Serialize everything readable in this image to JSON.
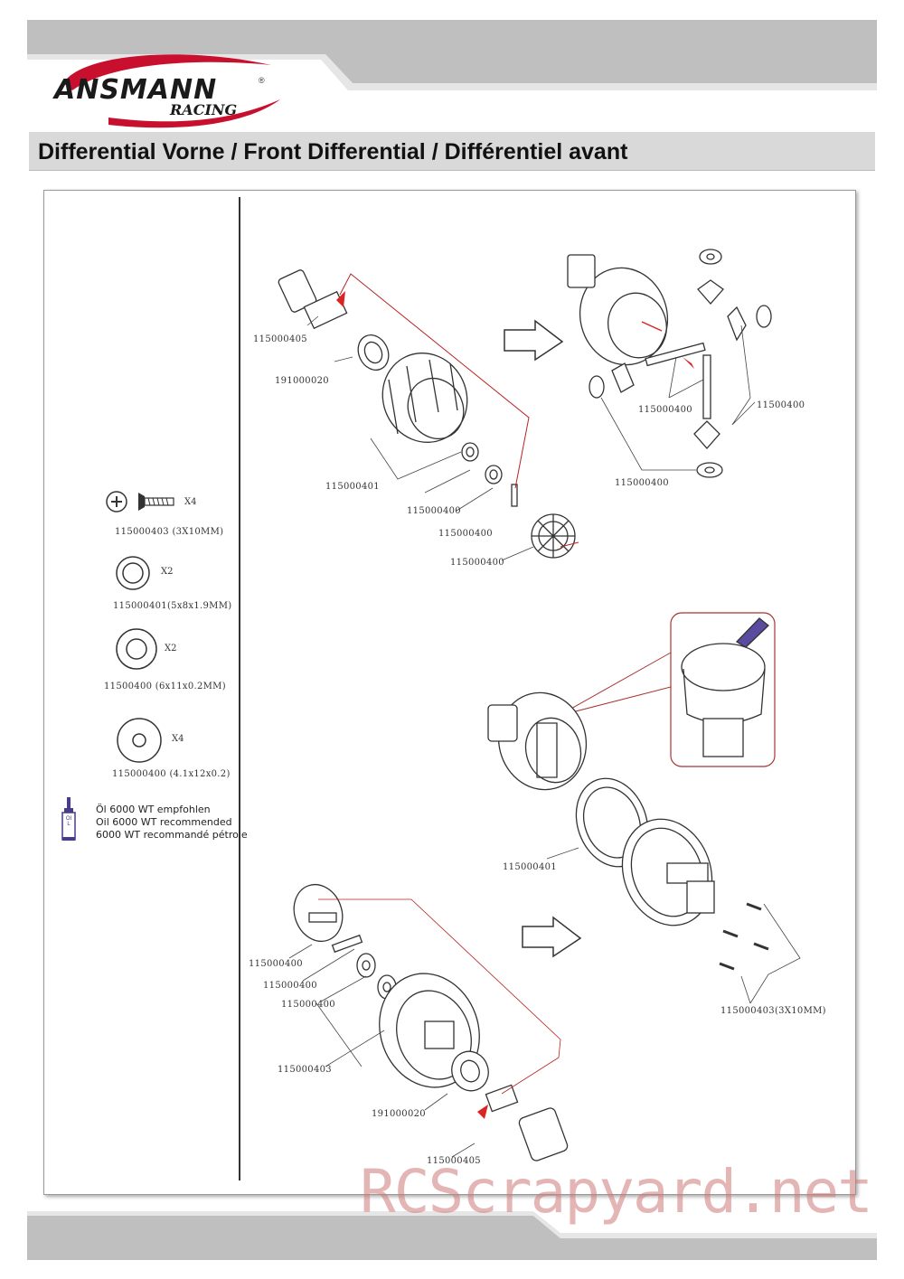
{
  "brand": {
    "name": "ANSMANN",
    "sub": "RACING",
    "registered": "®"
  },
  "page_title": "Differential Vorne / Front Differential / Différentiel avant",
  "parts_list": [
    {
      "part": "115000403 (3X10MM)",
      "qty": "X4"
    },
    {
      "part": "115000401(5x8x1.9MM)",
      "qty": "X2"
    },
    {
      "part": "11500400 (6x11x0.2MM)",
      "qty": "X2"
    },
    {
      "part": "115000400 (4.1x12x0.2)",
      "qty": "X4"
    }
  ],
  "oil_bottle_text": "OIL",
  "oil_note": [
    "Öl 6000 WT empfohlen",
    "Oil 6000 WT recommended",
    "6000 WT recommandé pétrole"
  ],
  "step1_labels": [
    "115000405",
    "191000020",
    "115000401",
    "115000400",
    "115000400",
    "115000400"
  ],
  "step2_labels": [
    "115000400",
    "11500400",
    "115000400"
  ],
  "step3_labels": [
    "115000401",
    "115000403(3X10MM)"
  ],
  "step4_labels": [
    "115000400",
    "115000400",
    "115000400",
    "115000403",
    "191000020",
    "115000405"
  ],
  "watermark": "RCScrapyard.net"
}
